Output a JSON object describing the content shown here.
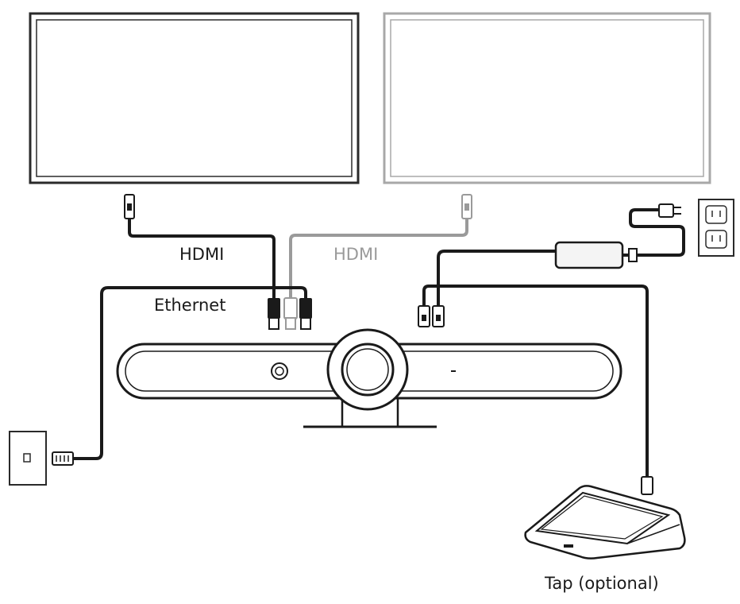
{
  "labels": {
    "hdmi_primary": "HDMI",
    "hdmi_secondary": "HDMI",
    "ethernet": "Ethernet",
    "tap": "Tap (optional)"
  },
  "colors": {
    "cable_primary": "#1a1a1a",
    "cable_secondary": "#9a9a9a",
    "outline": "#2a2a2a",
    "outline_light": "#9a9a9a",
    "device_fill": "#f4f4f4"
  },
  "icons": {
    "display_1": "monitor-icon",
    "display_2": "monitor-icon",
    "bar": "video-bar-icon",
    "tap": "touch-controller-icon",
    "wall_jack": "ethernet-wall-jack-icon",
    "outlet": "power-outlet-icon"
  }
}
